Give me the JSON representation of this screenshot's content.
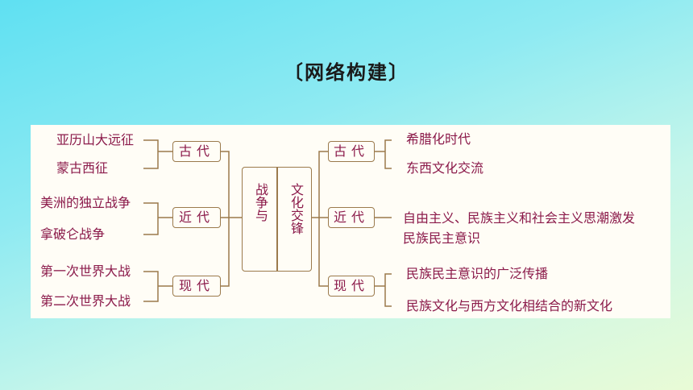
{
  "title": "〔网络构建〕",
  "center": {
    "left_col": "战争与",
    "right_col": "文化交锋"
  },
  "left": [
    {
      "label": "古代",
      "items": [
        "亚历山大远征",
        "蒙古西征"
      ]
    },
    {
      "label": "近代",
      "items": [
        "美洲的独立战争",
        "拿破仑战争"
      ]
    },
    {
      "label": "现代",
      "items": [
        "第一次世界大战",
        "第二次世界大战"
      ]
    }
  ],
  "right": [
    {
      "label": "古代",
      "items": [
        "希腊化时代",
        "东西文化交流"
      ]
    },
    {
      "label": "近代",
      "items": [
        "自由主义、民族主义和社会主义思潮激发",
        "民族民主意识"
      ]
    },
    {
      "label": "现代",
      "items": [
        "民族民主意识的广泛传播",
        "民族文化与西方文化相结合的新文化"
      ]
    }
  ]
}
